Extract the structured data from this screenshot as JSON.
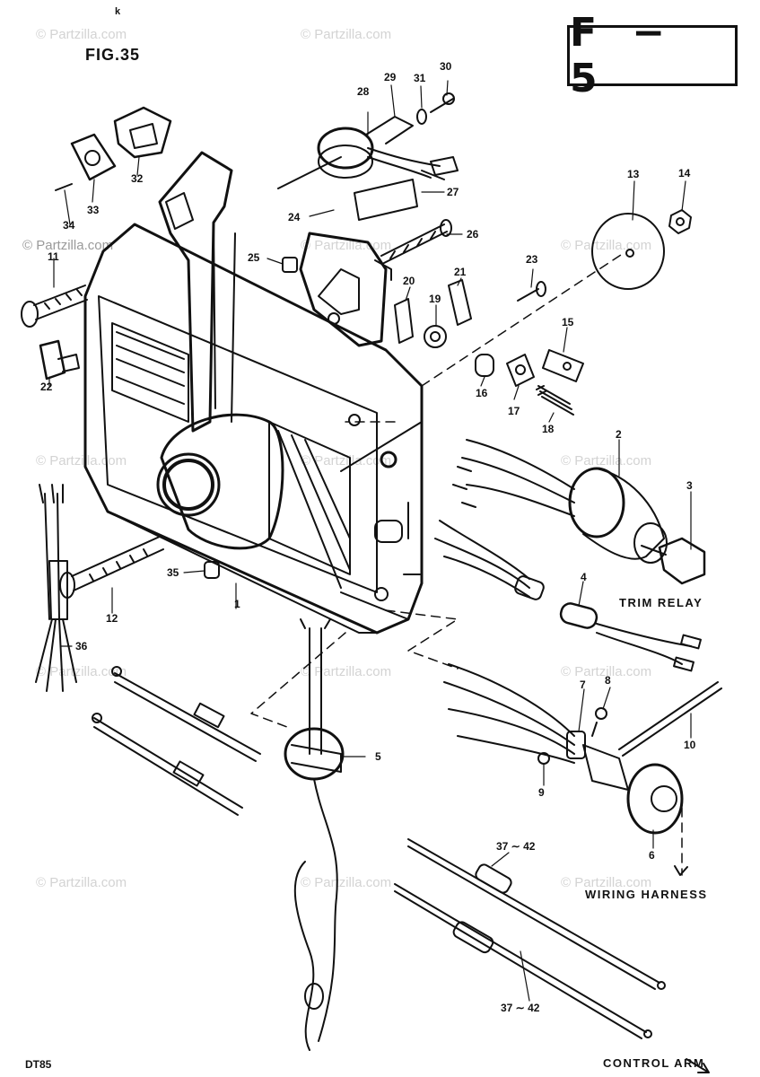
{
  "figure": {
    "title": "FIG.35",
    "page_code": "F − 5",
    "model": "DT85",
    "small_mark": "k"
  },
  "watermark": "© Partzilla.com",
  "captions": {
    "trim_relay": "TRIM RELAY",
    "wiring_harness": "WIRING HARNESS",
    "control_arm": "CONTROL ARM"
  },
  "parts": {
    "p1": "1",
    "p2": "2",
    "p3": "3",
    "p4": "4",
    "p5": "5",
    "p6": "6",
    "p7": "7",
    "p8": "8",
    "p9": "9",
    "p10": "10",
    "p11": "11",
    "p12": "12",
    "p13": "13",
    "p14": "14",
    "p15": "15",
    "p16": "16",
    "p17": "17",
    "p18": "18",
    "p19": "19",
    "p20": "20",
    "p21": "21",
    "p22": "22",
    "p23": "23",
    "p24": "24",
    "p25": "25",
    "p26": "26",
    "p27": "27",
    "p28": "28",
    "p29": "29",
    "p30": "30",
    "p31": "31",
    "p32": "32",
    "p33": "33",
    "p34": "34",
    "p35": "35",
    "p36": "36",
    "p37a": "37 ∼ 42",
    "p37b": "37 ∼ 42"
  }
}
